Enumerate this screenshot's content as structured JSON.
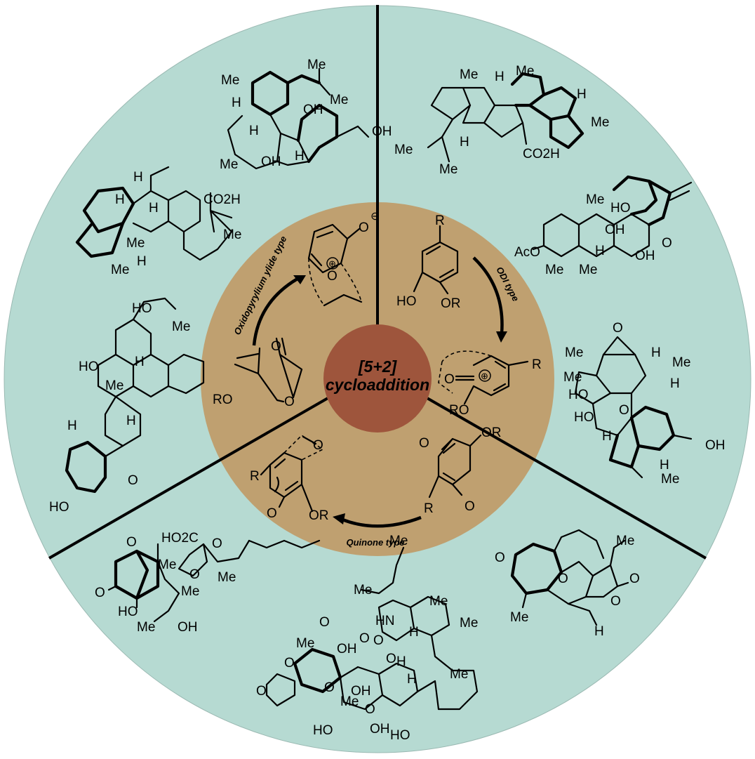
{
  "figure": {
    "center_label_line1": "[5+2]",
    "center_label_line2": "cycloaddition",
    "colors": {
      "outer_disc": "#b6dad2",
      "middle_ring": "#bfa070",
      "center_disc": "#9e553c",
      "divider": "#000000"
    }
  },
  "types": {
    "oxidopyrylium": {
      "label": "Oxidopyrylium ylide type"
    },
    "odi": {
      "label": "ODI type"
    },
    "quinone": {
      "label": "Quinone type"
    }
  },
  "reactions": {
    "oxidopyrylium": {
      "start_atoms": [
        "O",
        "RO",
        "O"
      ],
      "product_atoms": [
        "O",
        "⊖",
        "⊕",
        "O"
      ]
    },
    "odi": {
      "start_atoms": [
        "R",
        "HO",
        "OR"
      ],
      "product_atoms": [
        "R",
        "O",
        "⊕",
        "RO"
      ]
    },
    "quinone": {
      "start_atoms": [
        "O",
        "OR",
        "R",
        "O"
      ],
      "product_atoms": [
        "O",
        "R",
        "O",
        "OR"
      ]
    }
  },
  "natural_products": {
    "top_left_1": [
      "Me",
      "Me",
      "Me",
      "H",
      "H",
      "OH",
      "OH",
      "Me",
      "OH",
      "H"
    ],
    "top_left_2": [
      "H",
      "CO2H",
      "H",
      "H",
      "H",
      "Me",
      "Me",
      "Me"
    ],
    "left_3": [
      "HO",
      "Me",
      "HO",
      "H",
      "Me",
      "H",
      "H",
      "O",
      "HO"
    ],
    "top_right_1": [
      "Me",
      "H",
      "Me",
      "H",
      "Me",
      "Me",
      "H",
      "Me",
      "CO2H"
    ],
    "top_right_2": [
      "Me",
      "HO",
      "AcO",
      "OH",
      "O",
      "Me",
      "Me",
      "H",
      "OH"
    ],
    "right_3": [
      "O",
      "Me",
      "H",
      "Me",
      "Me",
      "HO",
      "O",
      "H",
      "HO",
      "OH",
      "H",
      "H",
      "Me"
    ],
    "bottom_left": [
      "HO2C",
      "O",
      "O",
      "Me",
      "O",
      "Me",
      "Me",
      "O",
      "HO",
      "Me",
      "OH"
    ],
    "bottom_center": [
      "Me",
      "Me",
      "Me",
      "HN",
      "Me",
      "O",
      "H",
      "O",
      "Me",
      "O",
      "Me",
      "OH",
      "O",
      "O",
      "H",
      "H",
      "Me",
      "O",
      "Me",
      "O",
      "O",
      "OH",
      "HO",
      "OH",
      "HO",
      "H"
    ],
    "bottom_right": [
      "O",
      "Me",
      "O",
      "O",
      "O",
      "Me",
      "H"
    ]
  }
}
